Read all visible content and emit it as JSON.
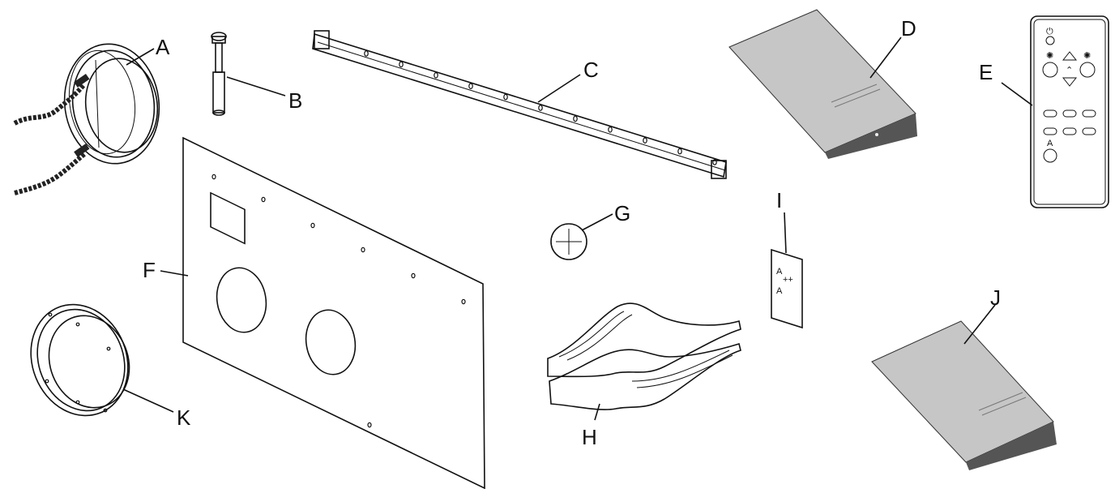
{
  "labels": {
    "A": "A",
    "B": "B",
    "C": "C",
    "D": "D",
    "E": "E",
    "F": "F",
    "G": "G",
    "H": "H",
    "I": "I",
    "J": "J",
    "K": "K"
  },
  "energy_label": {
    "line1": "A",
    "line2": "++",
    "line3": "A"
  },
  "remote_mode_letter": "A",
  "colors": {
    "ink": "#111111",
    "paper": "#ffffff",
    "booklet": "#c6c6c6"
  }
}
